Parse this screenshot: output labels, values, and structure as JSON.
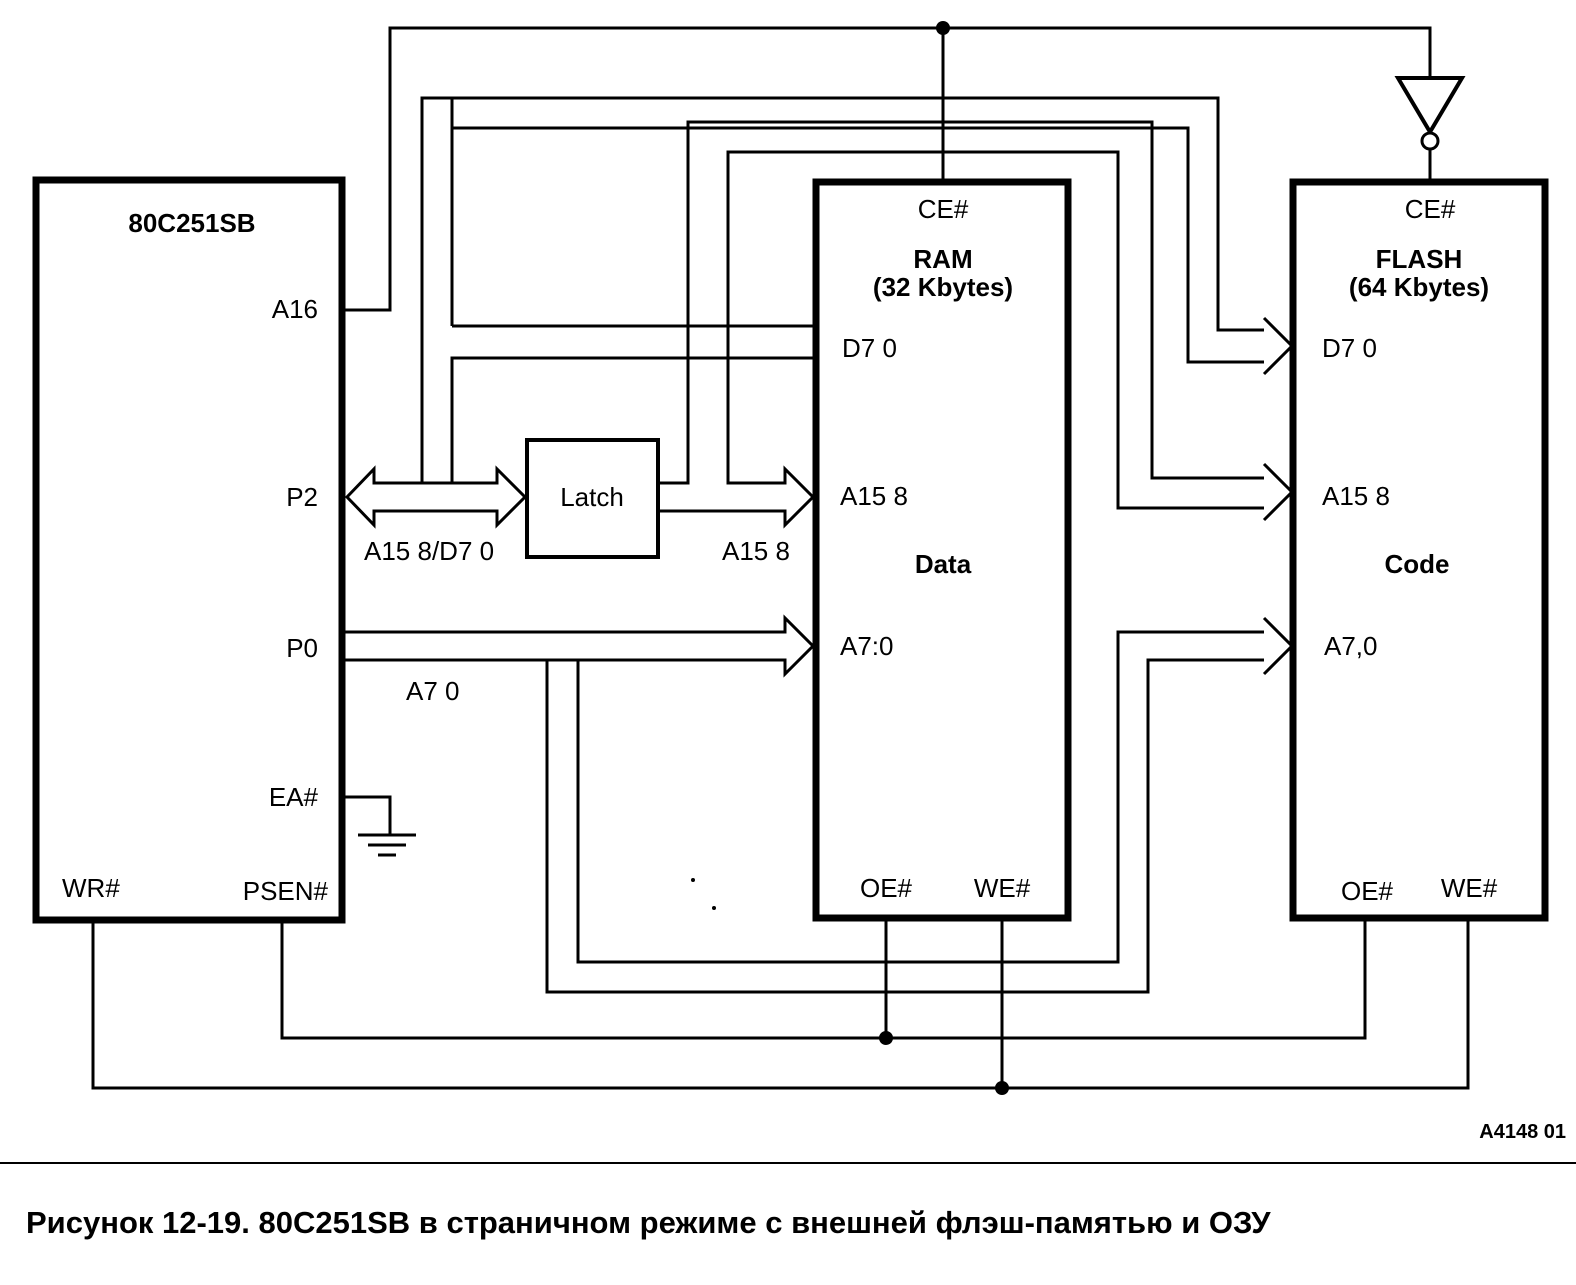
{
  "cpu": {
    "title": "80C251SB",
    "pins": {
      "a16": "A16",
      "p2": "P2",
      "p0": "P0",
      "ea": "EA#",
      "wr": "WR#",
      "psen": "PSEN#"
    }
  },
  "latch": {
    "title": "Latch"
  },
  "ram": {
    "title": "RAM",
    "size": "(32 Kbytes)",
    "function": "Data",
    "pins": {
      "ce": "CE#",
      "d70": "D7 0",
      "a158": "A15 8",
      "a70": "A7:0",
      "oe": "OE#",
      "we": "WE#"
    }
  },
  "flash": {
    "title": "FLASH",
    "size": "(64 Kbytes)",
    "function": "Code",
    "pins": {
      "ce": "CE#",
      "d70": "D7 0",
      "a158": "A15 8",
      "a70": "A7,0",
      "oe": "OE#",
      "we": "WE#"
    }
  },
  "buses": {
    "p2_bus": "A15 8/D7 0",
    "latch_out": "A15 8",
    "p0_bus": "A7 0"
  },
  "figure_ref": "A4148 01",
  "caption": "Рисунок 12-19.  80C251SB в страничном режиме с внешней флэш-памятью и ОЗУ"
}
